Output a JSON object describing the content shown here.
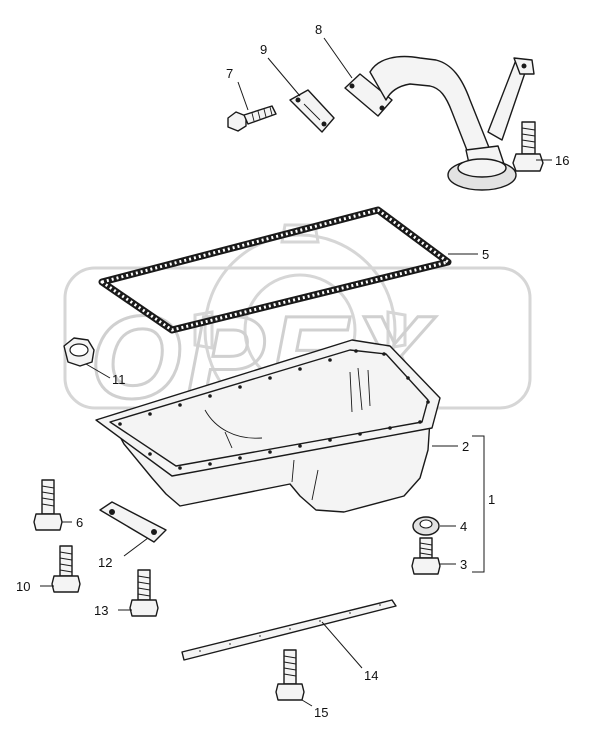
{
  "watermark": {
    "text": "OPEX"
  },
  "callouts": {
    "c1": "1",
    "c2": "2",
    "c3": "3",
    "c4": "4",
    "c5": "5",
    "c6": "6",
    "c7": "7",
    "c8": "8",
    "c9": "9",
    "c10": "10",
    "c11": "11",
    "c12": "12",
    "c13": "13",
    "c14": "14",
    "c15": "15",
    "c16": "16"
  }
}
